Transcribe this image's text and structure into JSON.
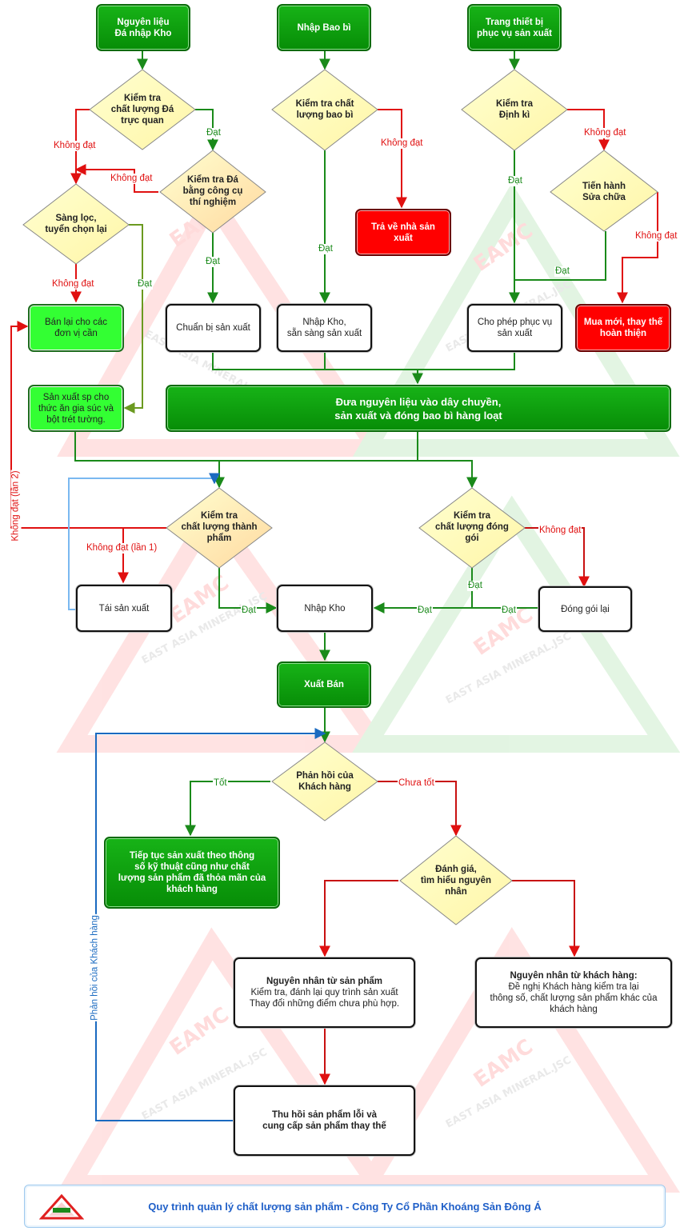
{
  "nodes": {
    "nguyen_lieu": [
      "Nguyên liệu",
      "Đá nhập Kho"
    ],
    "nhap_bao_bi": [
      "Nhập Bao bì"
    ],
    "trang_thiet_bi": [
      "Trang thiết bị",
      "phục vụ sản xuất"
    ],
    "kt_cl_da": [
      "Kiểm tra",
      "chất lượng Đá",
      "trực quan"
    ],
    "kt_cl_bao_bi": [
      "Kiểm tra chất",
      "lượng bao bì"
    ],
    "kt_dinh_ki": [
      "Kiểm tra",
      "Định kì"
    ],
    "sang_loc": [
      "Sàng lọc,",
      "tuyển chọn lại"
    ],
    "kt_da_cong_cu": [
      "Kiểm tra Đá",
      "bằng công cụ",
      "thí nghiệm"
    ],
    "tra_ve": [
      "Trả về nhà sản xuất"
    ],
    "tien_hanh": [
      "Tiến hành",
      "Sửa chữa"
    ],
    "ban_lai": [
      "Bán lại cho các",
      "đơn vị cần"
    ],
    "chuan_bi": [
      "Chuẩn bị sản xuất"
    ],
    "nhap_kho_san_sang": [
      "Nhập Kho,",
      "sẵn sàng sản xuất"
    ],
    "cho_phep": [
      "Cho phép phục vụ",
      "sản xuất"
    ],
    "mua_moi": [
      "Mua mới, thay thế",
      "hoàn thiện"
    ],
    "san_xuat_sp": [
      "Sản xuất sp cho",
      "thức ăn gia súc và",
      "bột trét tường."
    ],
    "dua_nguyen_lieu": [
      "Đưa nguyên liệu vào dây chuyền,",
      "sản xuất và đóng bao bì hàng loạt"
    ],
    "kt_thanh_pham": [
      "Kiểm tra",
      "chất lượng thành",
      "phẩm"
    ],
    "kt_dong_goi": [
      "Kiểm tra",
      "chất lượng đóng",
      "gói"
    ],
    "tai_san_xuat": [
      "Tái sản xuất"
    ],
    "nhap_kho": [
      "Nhập Kho"
    ],
    "dong_goi_lai": [
      "Đóng gói lại"
    ],
    "xuat_ban": [
      "Xuất Bán"
    ],
    "phan_hoi": [
      "Phản hồi của",
      "Khách hàng"
    ],
    "tiep_tuc": [
      "Tiếp tục sản xuất theo thông",
      "số kỹ  thuật cũng như chất",
      "lượng sản phẩm đã thỏa mãn của",
      "khách hàng"
    ],
    "danh_gia": [
      "Đánh giá,",
      "tìm hiểu nguyên",
      "nhân"
    ],
    "nn_san_pham": [
      "Nguyên nhân từ sản phẩm",
      "Kiểm tra, đánh lại quy trình sản xuất",
      "Thay đổi những điểm chưa phù hợp."
    ],
    "nn_khach_hang": [
      "Nguyên nhân từ khách hàng:",
      "Đề nghị Khách hàng kiểm tra lại",
      "thông số, chất lượng sản phẩm khác của",
      "khách hàng"
    ],
    "thu_hoi": [
      "Thu hồi sản phẩm lỗi và",
      "cung cấp sản phẩm thay thế"
    ]
  },
  "edge_labels": {
    "khong_dat": "Không đạt",
    "dat": "Đạt",
    "khong_dat_lan1": "Không đạt (lần 1)",
    "khong_dat_lan2": "Không đạt (lần 2)",
    "tot": "Tốt",
    "chua_tot": "Chưa tốt",
    "phan_hoi_kh": "Phản hồi của Khách hàng"
  },
  "watermark": "EAMC",
  "watermark_sub": "EAST ASIA MINERAL.JSC",
  "footer": {
    "title": "Quy trình quản lý chất lượng sản phẩm - Công Ty Cổ Phần Khoáng Sản Đông Á"
  },
  "colors": {
    "green_box": "#0a9a0a",
    "lime_box": "#33ff33",
    "red_box": "#ff0000",
    "diamond_fill": "#ffffc4",
    "edge_green": "#1a8a1a",
    "edge_red": "#e01010",
    "edge_blue": "#1a6ac0",
    "edge_lightblue": "#7ab8f0",
    "edge_olive": "#6b9a20",
    "footer_text": "#1f5fc8"
  }
}
